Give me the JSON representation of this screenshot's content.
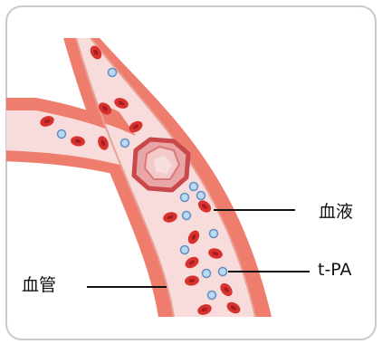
{
  "labels": {
    "blood": "血液",
    "tpa": "t-PA",
    "vessel": "血管"
  },
  "colors": {
    "card_border": "#c9c9c9",
    "vessel_wall": "#ef7d6e",
    "vessel_wall_dark": "#d9594c",
    "vessel_lumen": "#f8dcdc",
    "red_cell": "#d8322f",
    "tpa_particle": "#bcd9f3",
    "clot": "#e8a6a6",
    "leader_line": "#111111"
  },
  "icons": {
    "red_blood_cell": "red-blood-cell-icon",
    "tpa_particle": "tpa-particle-icon",
    "clot": "blood-clot-icon"
  }
}
